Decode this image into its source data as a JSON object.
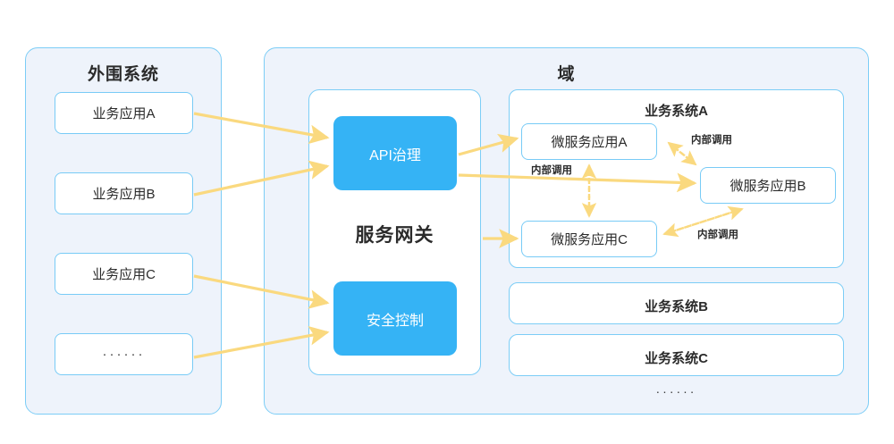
{
  "colors": {
    "panel_bg": "#eef3fb",
    "panel_border": "#7ccdf6",
    "box_border": "#78cbf6",
    "accent_blue": "#35b3f5",
    "arrow_yellow": "#fad97f",
    "text_dark": "#2b2b2b",
    "page_bg": "#ffffff"
  },
  "left_panel": {
    "title": "外围系统",
    "items": [
      {
        "label": "业务应用A"
      },
      {
        "label": "业务应用B"
      },
      {
        "label": "业务应用C"
      },
      {
        "label": "······"
      }
    ]
  },
  "right_panel": {
    "title": "域",
    "gateway": {
      "title": "服务网关",
      "modules": [
        {
          "label": "API治理"
        },
        {
          "label": "安全控制"
        }
      ]
    },
    "systems": [
      {
        "title": "业务系统A",
        "services": [
          {
            "label": "微服务应用A"
          },
          {
            "label": "微服务应用B"
          },
          {
            "label": "微服务应用C"
          }
        ]
      },
      {
        "title": "业务系统B",
        "services": []
      },
      {
        "title": "业务系统C",
        "services": []
      }
    ],
    "trailing_dots": "······"
  },
  "edge_labels": {
    "a_to_b": "内部调用",
    "gw_to_b": "内部调用",
    "b_to_c": "内部调用"
  }
}
